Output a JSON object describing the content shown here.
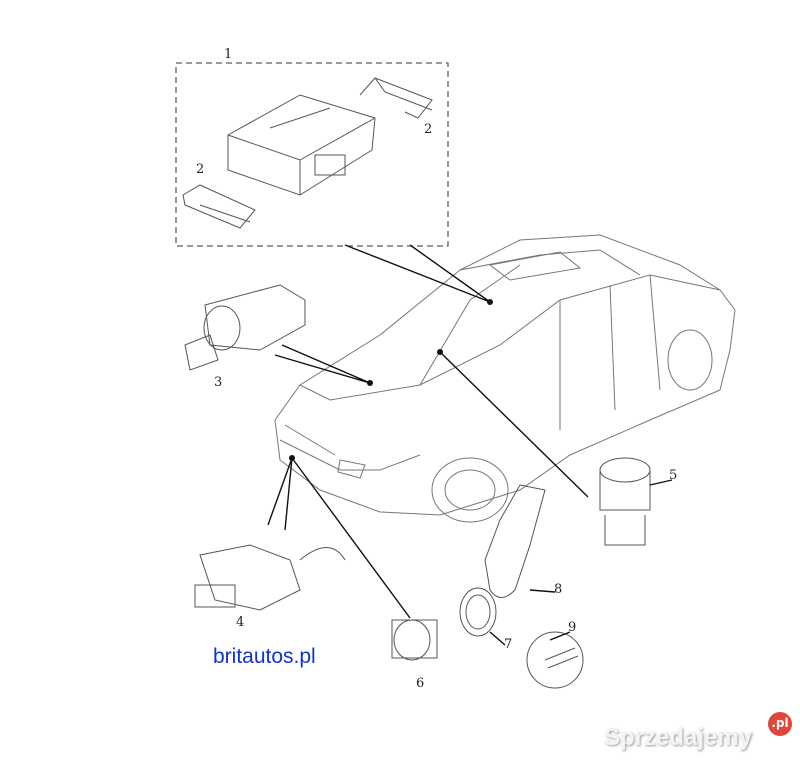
{
  "diagram": {
    "callouts": [
      "1",
      "2",
      "2",
      "3",
      "4",
      "5",
      "6",
      "7",
      "8",
      "9"
    ]
  },
  "site_label": "britautos.pl",
  "watermark": {
    "text": "Sprzedajemy",
    "badge": ".pl",
    "badge_color": "#e0463c"
  },
  "link_color": "#1133cc"
}
